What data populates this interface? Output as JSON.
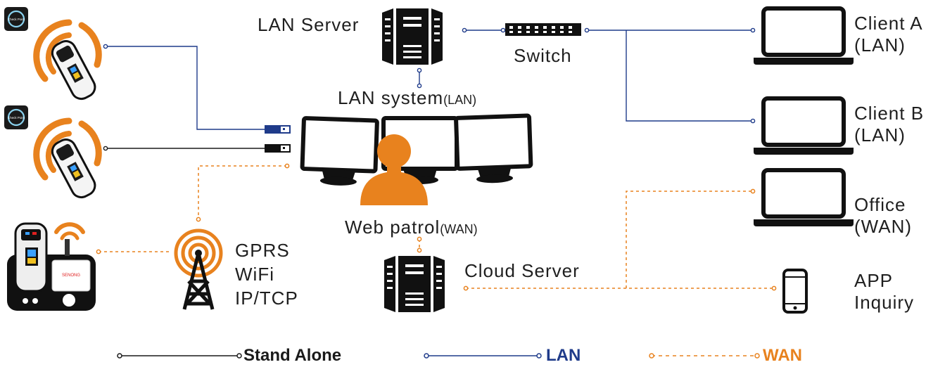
{
  "colors": {
    "lan": "#1f3b8a",
    "wan": "#e8821e",
    "stand_alone": "#1a1a1a",
    "device": "#111111",
    "person": "#e8821e"
  },
  "nodes": {
    "lan_server": "LAN Server",
    "switch": "Switch",
    "lan_system_main": "LAN system",
    "lan_system_sub": "(LAN)",
    "web_patrol_main": "Web patrol",
    "web_patrol_sub": "(WAN)",
    "cloud_server": "Cloud Server",
    "client_a": {
      "name": "Client A",
      "sub": "(LAN)"
    },
    "client_b": {
      "name": "Client B",
      "sub": "(LAN)"
    },
    "office": {
      "name": "Office",
      "sub": "(WAN)"
    },
    "app": {
      "name": "APP",
      "sub": "Inquiry"
    },
    "network": [
      "GPRS",
      "WiFi",
      "IP/TCP"
    ],
    "checkpoint_label": "Check Point",
    "dock_brand": "SENONG"
  },
  "legend": {
    "stand_alone": "Stand Alone",
    "lan": "LAN",
    "wan": "WAN"
  },
  "icons": [
    "checkpoint-icon",
    "rfid-reader-icon",
    "server-icon",
    "switch-icon",
    "laptop-icon",
    "monitor-icon",
    "person-icon",
    "usb-plug-icon",
    "antenna-tower-icon",
    "phone-icon",
    "dock-station-icon"
  ]
}
